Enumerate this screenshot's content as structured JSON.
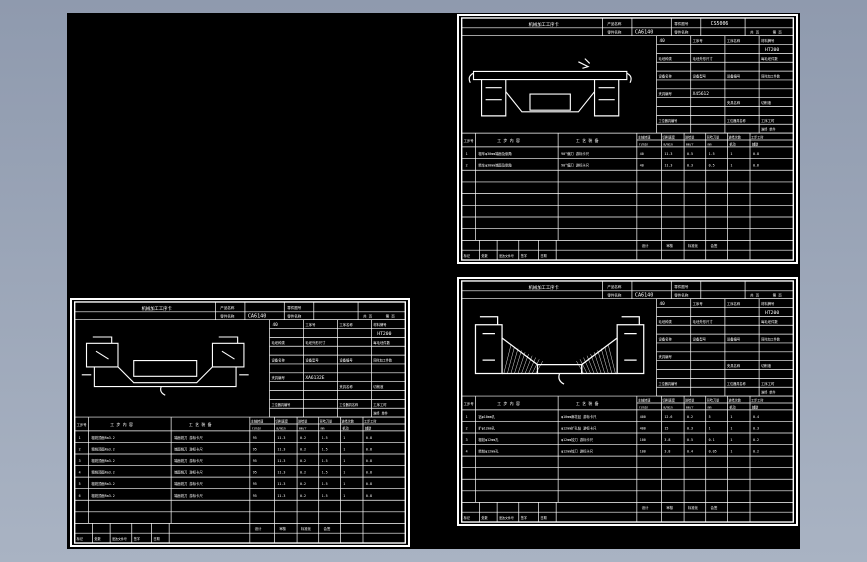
{
  "app": {
    "title": ""
  },
  "sheets": [
    {
      "id": "sheet-top-right",
      "title": "机械加工工序卡",
      "machine": "CA6140",
      "part_no": "CS5006",
      "op_no": "40",
      "material": "HT200",
      "fixture": "X45612",
      "right_labels": [
        "产品名称",
        "零件名称",
        "共页",
        "第页",
        "工序名称",
        "材料牌号",
        "毛坯种类",
        "毛坯外形尺寸",
        "每毛坯可制件数",
        "每台件数",
        "设备名称",
        "设备型号",
        "设备编号",
        "同时加工件数",
        "夹具编号",
        "夹具名称",
        "切削液",
        "工位器具编号",
        "工位器具名称",
        "工序工时",
        "准终",
        "单件"
      ],
      "steps_header": [
        "工步号",
        "工 步 内 容",
        "工 艺 装 备",
        "主轴转速",
        "切削速度",
        "进给量",
        "背吃刀量",
        "进给次数",
        "工步工时"
      ],
      "units": [
        "r/min",
        "m/min",
        "mm/r",
        "mm",
        "机动",
        "辅助"
      ],
      "steps": [
        [
          "1",
          "粗车φ30mm端面及倒角",
          "90°偏刀 游标卡尺",
          "40",
          "11.3",
          "0.5",
          "1.5",
          "1",
          "0.8"
        ],
        [
          "2",
          "精车φ30mm端面及倒角",
          "90°偏刀 游标卡尺",
          "40",
          "11.3",
          "0.3",
          "0.5",
          "1",
          "0.6"
        ]
      ],
      "footer": [
        "设计",
        "审核",
        "标准化",
        "会签",
        "标记",
        "处数",
        "更改文件号",
        "签字",
        "日期"
      ]
    },
    {
      "id": "sheet-bottom-left",
      "title": "机械加工工序卡",
      "machine": "CA6140",
      "op_no": "40",
      "material": "HT200",
      "fixture": "XA6132E",
      "right_labels": [
        "产品名称",
        "零件名称",
        "工序名称",
        "材料牌号",
        "毛坯种类",
        "设备名称",
        "设备型号",
        "夹具编号",
        "夹具名称",
        "切削液",
        "工序工时",
        "准终",
        "单件"
      ],
      "steps_header": [
        "工步号",
        "工 步 内 容",
        "工 艺 装 备",
        "主轴转速",
        "切削速度",
        "进给量",
        "背吃刀量",
        "进给次数",
        "工步工时"
      ],
      "units": [
        "r/min",
        "m/min",
        "mm/r",
        "mm",
        "机动",
        "辅助"
      ],
      "steps": [
        [
          "1",
          "粗铣顶面Ra3.2",
          "端面铣刀 游标卡尺",
          "95",
          "11.3",
          "0.2",
          "1.5",
          "1",
          "0.8"
        ],
        [
          "2",
          "粗铣顶面Ra3.2",
          "端面铣刀 游标卡尺",
          "95",
          "11.3",
          "0.2",
          "1.5",
          "1",
          "0.8"
        ],
        [
          "3",
          "粗铣顶面Ra3.2",
          "端面铣刀 游标卡尺",
          "95",
          "11.3",
          "0.2",
          "1.5",
          "1",
          "0.8"
        ],
        [
          "4",
          "粗铣顶面Ra3.2",
          "端面铣刀 游标卡尺",
          "95",
          "11.3",
          "0.2",
          "1.5",
          "1",
          "0.8"
        ],
        [
          "5",
          "粗铣顶面Ra3.2",
          "端面铣刀 游标卡尺",
          "95",
          "11.3",
          "0.2",
          "1.5",
          "1",
          "0.8"
        ],
        [
          "6",
          "粗铣顶面Ra3.2",
          "端面铣刀 游标卡尺",
          "95",
          "11.3",
          "0.2",
          "1.5",
          "1",
          "0.8"
        ]
      ],
      "footer": [
        "设计",
        "审核",
        "标准化",
        "会签",
        "标记",
        "处数",
        "更改文件号",
        "签字",
        "日期"
      ]
    },
    {
      "id": "sheet-bottom-right",
      "title": "机械加工工序卡",
      "machine": "CA6140",
      "op_no": "40",
      "material": "HT200",
      "fixture": "",
      "right_labels": [
        "产品名称",
        "零件名称",
        "工序名称",
        "材料牌号",
        "毛坯种类",
        "设备名称",
        "设备型号",
        "夹具编号",
        "夹具名称",
        "切削液",
        "工序工时",
        "准终",
        "单件"
      ],
      "steps_header": [
        "工步号",
        "工 步 内 容",
        "工 艺 装 备",
        "主轴转速",
        "切削速度",
        "进给量",
        "背吃刀量",
        "进给次数",
        "工步工时"
      ],
      "units": [
        "r/min",
        "m/min",
        "mm/r",
        "mm",
        "机动",
        "辅助"
      ],
      "steps": [
        [
          "1",
          "钻φ10mm孔",
          "φ10mm麻花钻 游标卡尺",
          "400",
          "12.6",
          "0.2",
          "5",
          "1",
          "0.4"
        ],
        [
          "2",
          "扩φ12mm孔",
          "φ12mm扩孔钻 游标卡尺",
          "400",
          "15",
          "0.3",
          "1",
          "1",
          "0.3"
        ],
        [
          "3",
          "粗铰φ12mm孔",
          "φ12mm铰刀 游标卡尺",
          "100",
          "3.8",
          "0.5",
          "0.1",
          "1",
          "0.2"
        ],
        [
          "4",
          "精铰φ12mm孔",
          "φ12mm铰刀 游标卡尺",
          "100",
          "3.8",
          "0.4",
          "0.05",
          "1",
          "0.2"
        ]
      ],
      "footer": [
        "设计",
        "审核",
        "标准化",
        "会签",
        "标记",
        "处数",
        "更改文件号",
        "签字",
        "日期"
      ]
    }
  ]
}
